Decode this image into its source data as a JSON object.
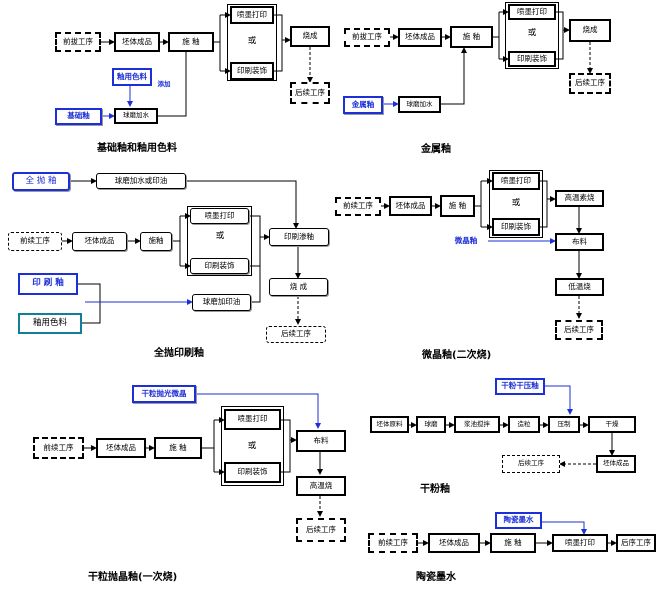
{
  "d1": {
    "pre": "前拔工序",
    "body": "坯体成品",
    "glaze": "施 釉",
    "spray": "喷墨打印",
    "or": "或",
    "print": "印刷装饰",
    "fire": "烧成",
    "post": "后续工序",
    "color": "釉用色料",
    "add": "添加",
    "base": "基础釉",
    "ball": "球磨加水",
    "caption": "基础釉和釉用色料"
  },
  "d2": {
    "pre": "前拔工序",
    "body": "坯体成品",
    "glaze": "施 釉",
    "spray": "喷墨打印",
    "or": "或",
    "print": "印刷装饰",
    "fire": "烧成",
    "post": "后续工序",
    "metal": "金属釉",
    "ball": "球磨加水",
    "caption": "金属釉"
  },
  "d3": {
    "full": "全 抛 釉",
    "ball1": "球磨加水或印油",
    "spray": "喷墨打印",
    "or": "或",
    "print": "印刷装饰",
    "pre": "前续工序",
    "body": "坯体成品",
    "glaze": "施釉",
    "fullprint": "印刷渗釉",
    "fire": "烧   成",
    "post": "后续工序",
    "printglaze": "印 刷 釉",
    "color": "釉用色料",
    "ball2": "球磨加印油",
    "caption": "全抛印刷釉"
  },
  "d4": {
    "pre": "前续工序",
    "body": "坯体成品",
    "glaze": "施 釉",
    "spray": "喷墨打印",
    "or": "或",
    "print": "印刷装饰",
    "hi": "高温素烧",
    "micro": "微晶釉",
    "cloth": "布料",
    "low": "低温烧",
    "post": "后续工序",
    "caption": "微晶釉(二次烧)"
  },
  "d5": {
    "dry": "干粒抛光微晶",
    "pre": "前续工序",
    "body": "坯体成品",
    "glaze": "施 釉",
    "spray": "喷墨打印",
    "or": "或",
    "print": "印刷装饰",
    "cloth": "布料",
    "hi": "高温烧",
    "post": "后续工序",
    "caption": "干粒抛晶釉(一次烧)"
  },
  "d6": {
    "dry": "干粉干压釉",
    "raw": "坯体原料",
    "ball": "球磨",
    "slurry": "浆池搅拌",
    "gran": "造粒",
    "press": "压制",
    "drying": "干燥",
    "post": "后续工序",
    "body": "坯体成品",
    "caption": "干粉釉"
  },
  "d7": {
    "ink": "陶瓷墨水",
    "pre": "前续工序",
    "body": "坯体成品",
    "glaze": "施 釉",
    "spray": "喷墨打印",
    "post": "后序工序",
    "caption": "陶瓷墨水"
  }
}
